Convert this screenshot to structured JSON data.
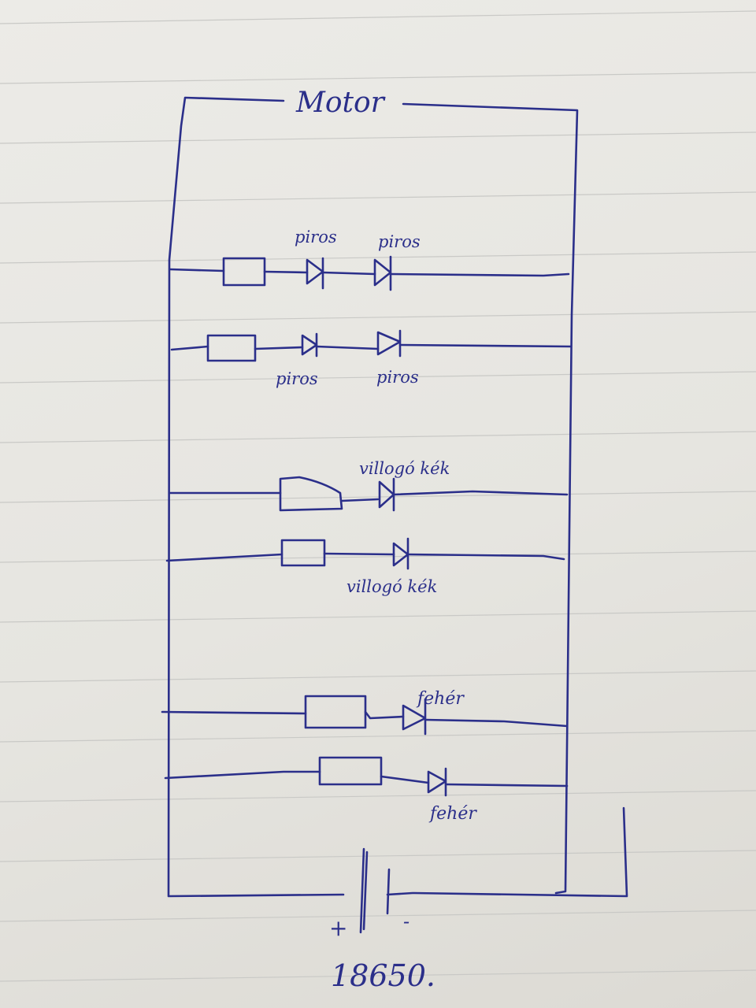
{
  "labels": {
    "motor": "Motor",
    "red": "piros",
    "blinking_blue": "villogó kék",
    "white": "fehér",
    "plus": "+",
    "minus": "-",
    "battery": "18650."
  },
  "colors": {
    "ink": "#2b2f8a",
    "paper": "#e9e7e2",
    "rule": "#c9c9c6"
  }
}
